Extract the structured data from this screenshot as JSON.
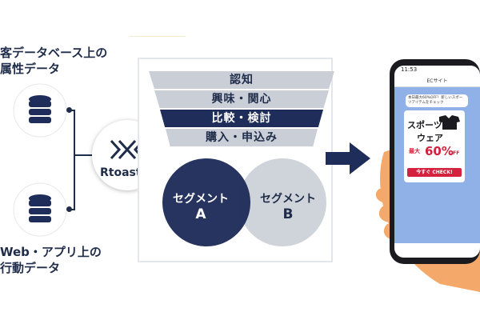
{
  "left": {
    "source_top": [
      "客データベース上の",
      "属性データ"
    ],
    "source_bottom": [
      "Web・アプリ上の",
      "行動データ"
    ]
  },
  "hub": {
    "name": "Rtoaster"
  },
  "funnel": {
    "stages": [
      "認知",
      "興味・関心",
      "比較・検討",
      "購入・申込み"
    ],
    "highlighted_index": 2
  },
  "segments": [
    {
      "label": "セグメント",
      "letter": "A"
    },
    {
      "label": "セグメント",
      "letter": "B"
    }
  ],
  "phone": {
    "time": "11:53",
    "chat_title": "ECサイト",
    "message": "本日最大60%OFF！新しいスポーツアイテムをチェック",
    "ad": {
      "title": "スポーツ",
      "subtitle": "ウェア",
      "discount_prefix": "最大",
      "discount": "60%",
      "off": "OFF",
      "cta": "今すぐ CHECK!"
    }
  },
  "colors": {
    "navy": "#1f2d5a",
    "light": "#c9ced7",
    "accent": "#d4213d"
  }
}
